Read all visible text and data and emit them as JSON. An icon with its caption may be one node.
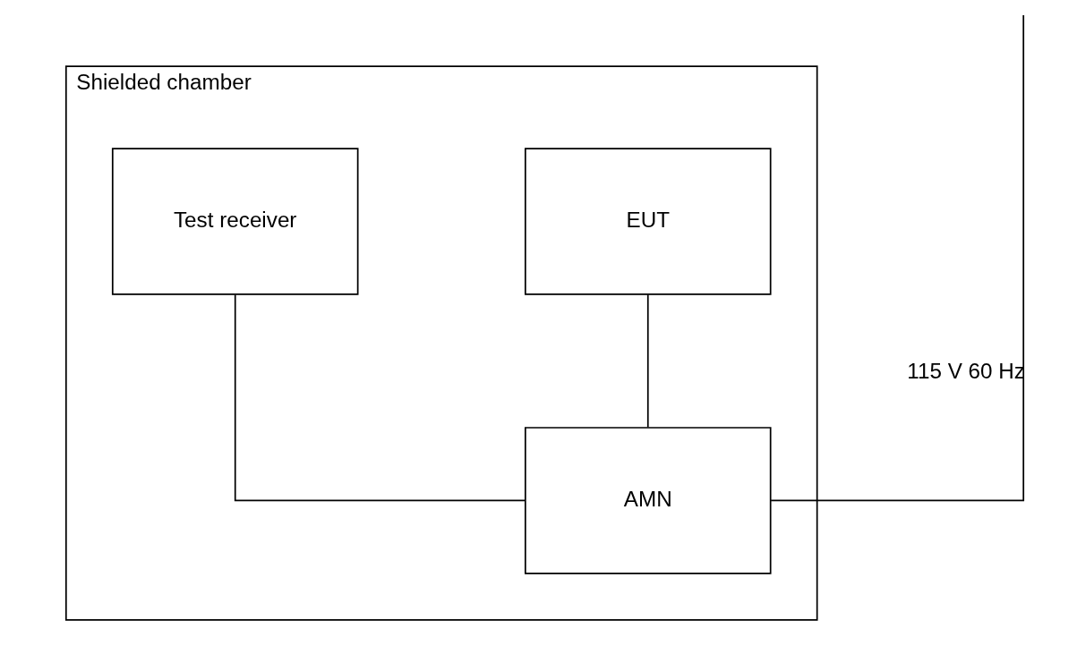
{
  "diagram": {
    "nodes": [
      {
        "text": [
          "Shielded chamber"
        ]
      },
      {
        "text": [
          "EUT"
        ],
        "in": 0
      },
      {
        "text": [
          "Test receiver"
        ],
        "in": 0
      },
      {
        "text": [
          "AMN"
        ],
        "in": 0
      }
    ],
    "edges": [
      {
        "from": 1,
        "to": 3,
        "arrow": "none"
      },
      {
        "from": 2,
        "to": 3,
        "arrow": "none"
      },
      {
        "from": null,
        "to": 3,
        "arrow": "none",
        "label": "115 V 60 Hz"
      }
    ]
  }
}
